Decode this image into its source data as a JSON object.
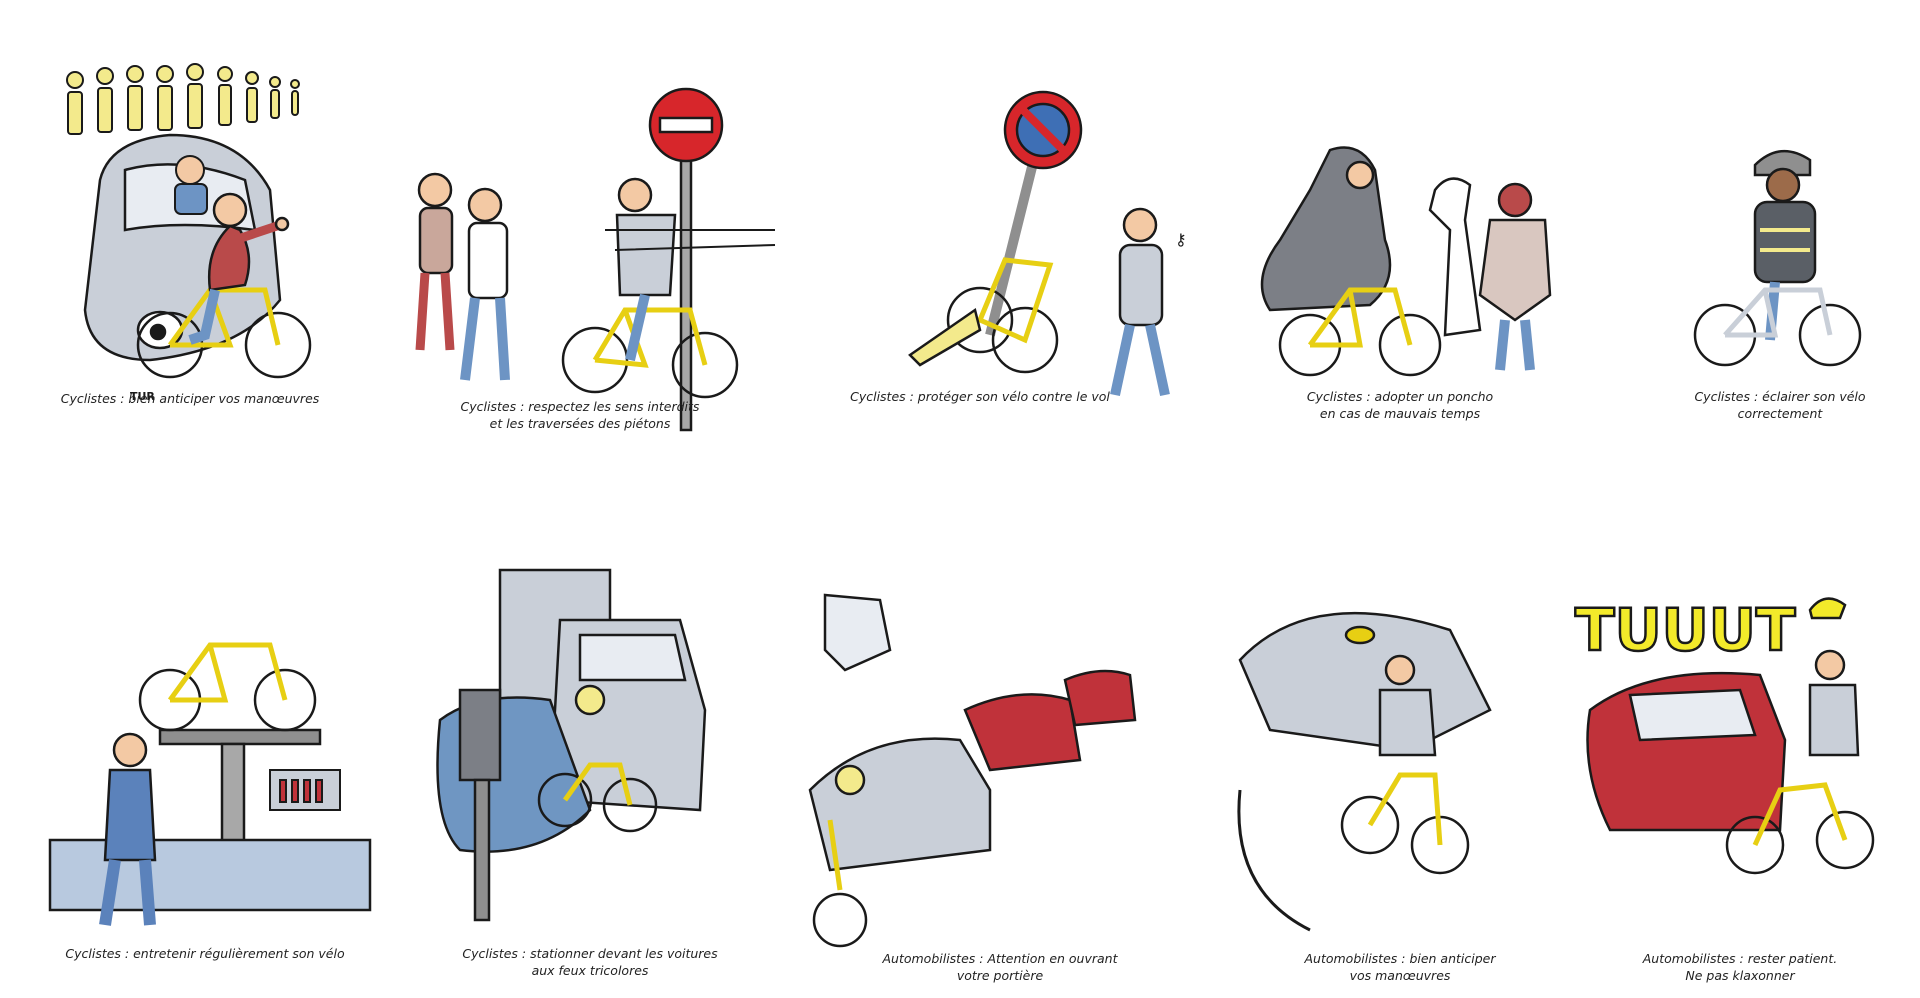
{
  "signature": "TUR",
  "panels": [
    {
      "id": "anticipate",
      "caption": [
        "Cyclistes : bien anticiper vos manœuvres"
      ]
    },
    {
      "id": "no-entry",
      "caption": [
        "Cyclistes : respectez les sens interdits",
        "et les traversées des piétons"
      ]
    },
    {
      "id": "theft",
      "caption": [
        "Cyclistes : protéger son vélo contre le vol"
      ]
    },
    {
      "id": "poncho",
      "caption": [
        "Cyclistes : adopter un poncho",
        "en cas de mauvais temps"
      ]
    },
    {
      "id": "lights",
      "caption": [
        "Cyclistes : éclairer son vélo",
        "correctement"
      ]
    },
    {
      "id": "maintenance",
      "caption": [
        "Cyclistes : entretenir régulièrement son vélo"
      ]
    },
    {
      "id": "traffic-lights",
      "caption": [
        "Cyclistes : stationner devant les voitures",
        "aux feux tricolores"
      ]
    },
    {
      "id": "door",
      "caption": [
        "Automobilistes : Attention en ouvrant",
        "votre portière"
      ]
    },
    {
      "id": "driver-anticipate",
      "caption": [
        "Automobilistes : bien anticiper",
        "vos manœuvres"
      ]
    },
    {
      "id": "patience",
      "caption": [
        "Automobilistes : rester patient.",
        "Ne pas klaxonner"
      ],
      "sound_text": "TUUUT"
    }
  ],
  "colors": {
    "bike_yellow": "#f2e01a",
    "car_grey": "#c9cfd8",
    "car_red": "#c0323a",
    "car_blue": "#6f96c2",
    "shirt_red": "#b94a4a",
    "jeans_blue": "#6d94c4",
    "skin": "#f3c9a4",
    "sign_red": "#d7262b",
    "sign_blue": "#3e6fb5",
    "outline": "#1a1a1a",
    "caption_text": "#222222"
  },
  "icons": [
    "car-icon",
    "cyclist-icon",
    "no-entry-sign-icon",
    "no-parking-sign-icon",
    "pedestrian-icon",
    "lock-icon",
    "key-icon",
    "poncho-icon",
    "llama-icon",
    "helmet-icon",
    "bike-stand-icon",
    "tools-icon",
    "truck-icon",
    "traffic-light-icon",
    "car-door-icon",
    "horn-text-icon"
  ]
}
